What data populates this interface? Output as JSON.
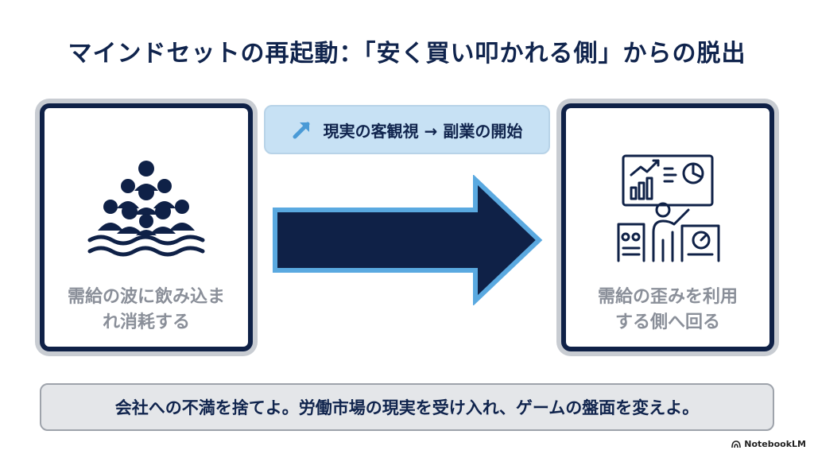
{
  "slide": {
    "title": "マインドセットの再起動：「安く買い叩かれる側」からの脱出",
    "step_label": "現実の客観視 → 副業の開始",
    "left_caption_line1": "需給の波に飲み込ま",
    "left_caption_line2": "れ消耗する",
    "right_caption_line1": "需給の歪みを利用",
    "right_caption_line2": "する側へ回る",
    "banner": "会社への不満を捨てよ。労働市場の現実を受け入れ、ゲームの盤面を変えよ。"
  },
  "watermark": {
    "text": "NotebookLM"
  },
  "icons": {
    "left": "crowd-in-waves-icon",
    "right": "presenter-dashboard-icon",
    "step": "trend-arrow-icon",
    "center": "big-right-arrow-icon"
  },
  "colors": {
    "navy": "#0f2147",
    "accent_blue": "#5aa9e0",
    "light_blue": "#c7e1f4",
    "caption_gray": "#8a8f99",
    "banner_bg": "#e4e6e9"
  }
}
